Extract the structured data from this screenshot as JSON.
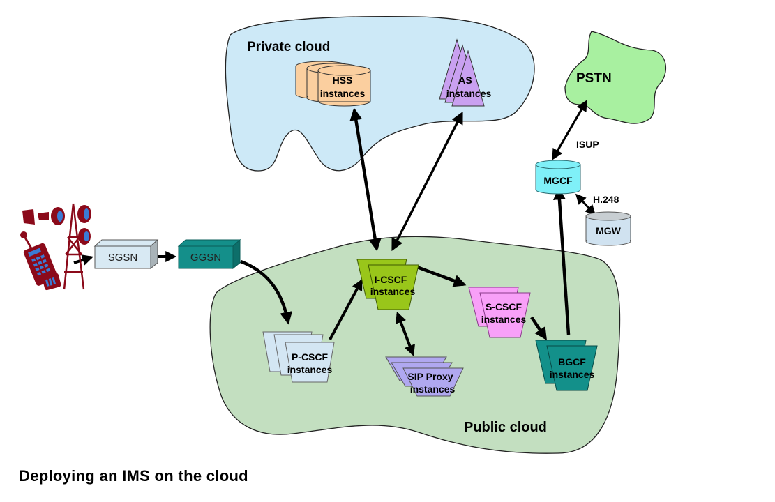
{
  "title": "Deploying an IMS on the cloud",
  "clouds": {
    "private": {
      "label": "Private cloud",
      "color": "#cde9f7"
    },
    "public": {
      "label": "Public cloud",
      "color": "#c3dfc0"
    },
    "pstn": {
      "label": "PSTN",
      "color": "#a8f0a0"
    }
  },
  "nodes": {
    "hss": {
      "line1": "HSS",
      "line2": "instances",
      "color": "#fbcf9f",
      "shape": "cylinder-stack"
    },
    "as": {
      "line1": "AS",
      "line2": "instances",
      "color": "#c9a0f0",
      "shape": "triangle-stack"
    },
    "sgsn": {
      "label": "SGSN",
      "color": "#d8e9f3",
      "shape": "3d-box"
    },
    "ggsn": {
      "label": "GGSN",
      "color": "#148f8a",
      "shape": "3d-box"
    },
    "pcscf": {
      "line1": "P-CSCF",
      "line2": "instances",
      "color": "#d3e6f3",
      "shape": "trapezoid-stack"
    },
    "icscf": {
      "line1": "I-CSCF",
      "line2": "instances",
      "color": "#99c61a",
      "shape": "trapezoid-stack"
    },
    "scscf": {
      "line1": "S-CSCF",
      "line2": "instances",
      "color": "#f8a0f8",
      "shape": "trapezoid-stack"
    },
    "sipproxy": {
      "line1": "SIP Proxy",
      "line2": "instances",
      "color": "#b0a8f0",
      "shape": "trapezoid-stack"
    },
    "bgcf": {
      "line1": "BGCF",
      "line2": "instances",
      "color": "#13908a",
      "shape": "trapezoid-stack"
    },
    "mgcf": {
      "label": "MGCF",
      "color": "#7ff0f8",
      "shape": "cylinder"
    },
    "mgw": {
      "label": "MGW",
      "color": "#d0e2f0",
      "shape": "cylinder"
    }
  },
  "links": {
    "isup": "ISUP",
    "h248": "H.248"
  },
  "icons": {
    "mobile": "mobile-phone-and-cell-tower-icon",
    "mobile_color": "#8b0a1a",
    "mobile_accent": "#3a7bd5"
  }
}
